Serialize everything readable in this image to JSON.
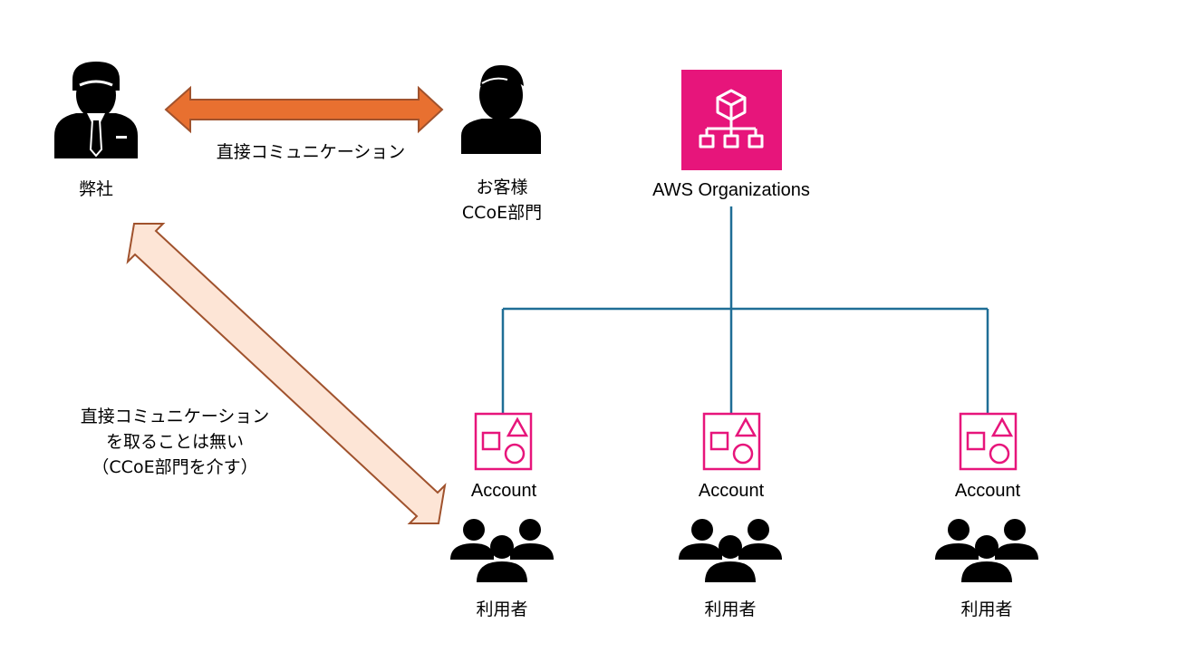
{
  "company": {
    "label": "弊社"
  },
  "customer": {
    "label_line1": "お客様",
    "label_line2": "CCoE部門"
  },
  "direct_comm": {
    "label": "直接コミュニケーション"
  },
  "indirect_comm": {
    "line1": "直接コミュニケーション",
    "line2": "を取ることは無い",
    "line3": "（CCoE部門を介す）"
  },
  "organizations": {
    "label": "AWS Organizations",
    "color": "#e7157b"
  },
  "accounts": [
    {
      "account_label": "Account",
      "users_label": "利用者"
    },
    {
      "account_label": "Account",
      "users_label": "利用者"
    },
    {
      "account_label": "Account",
      "users_label": "利用者"
    }
  ],
  "colors": {
    "arrow_direct": "#e87030",
    "arrow_indirect_fill": "#fde5d6",
    "arrow_indirect_stroke": "#a0522d",
    "tree_line": "#1f6e96",
    "account_icon": "#e7157b"
  }
}
